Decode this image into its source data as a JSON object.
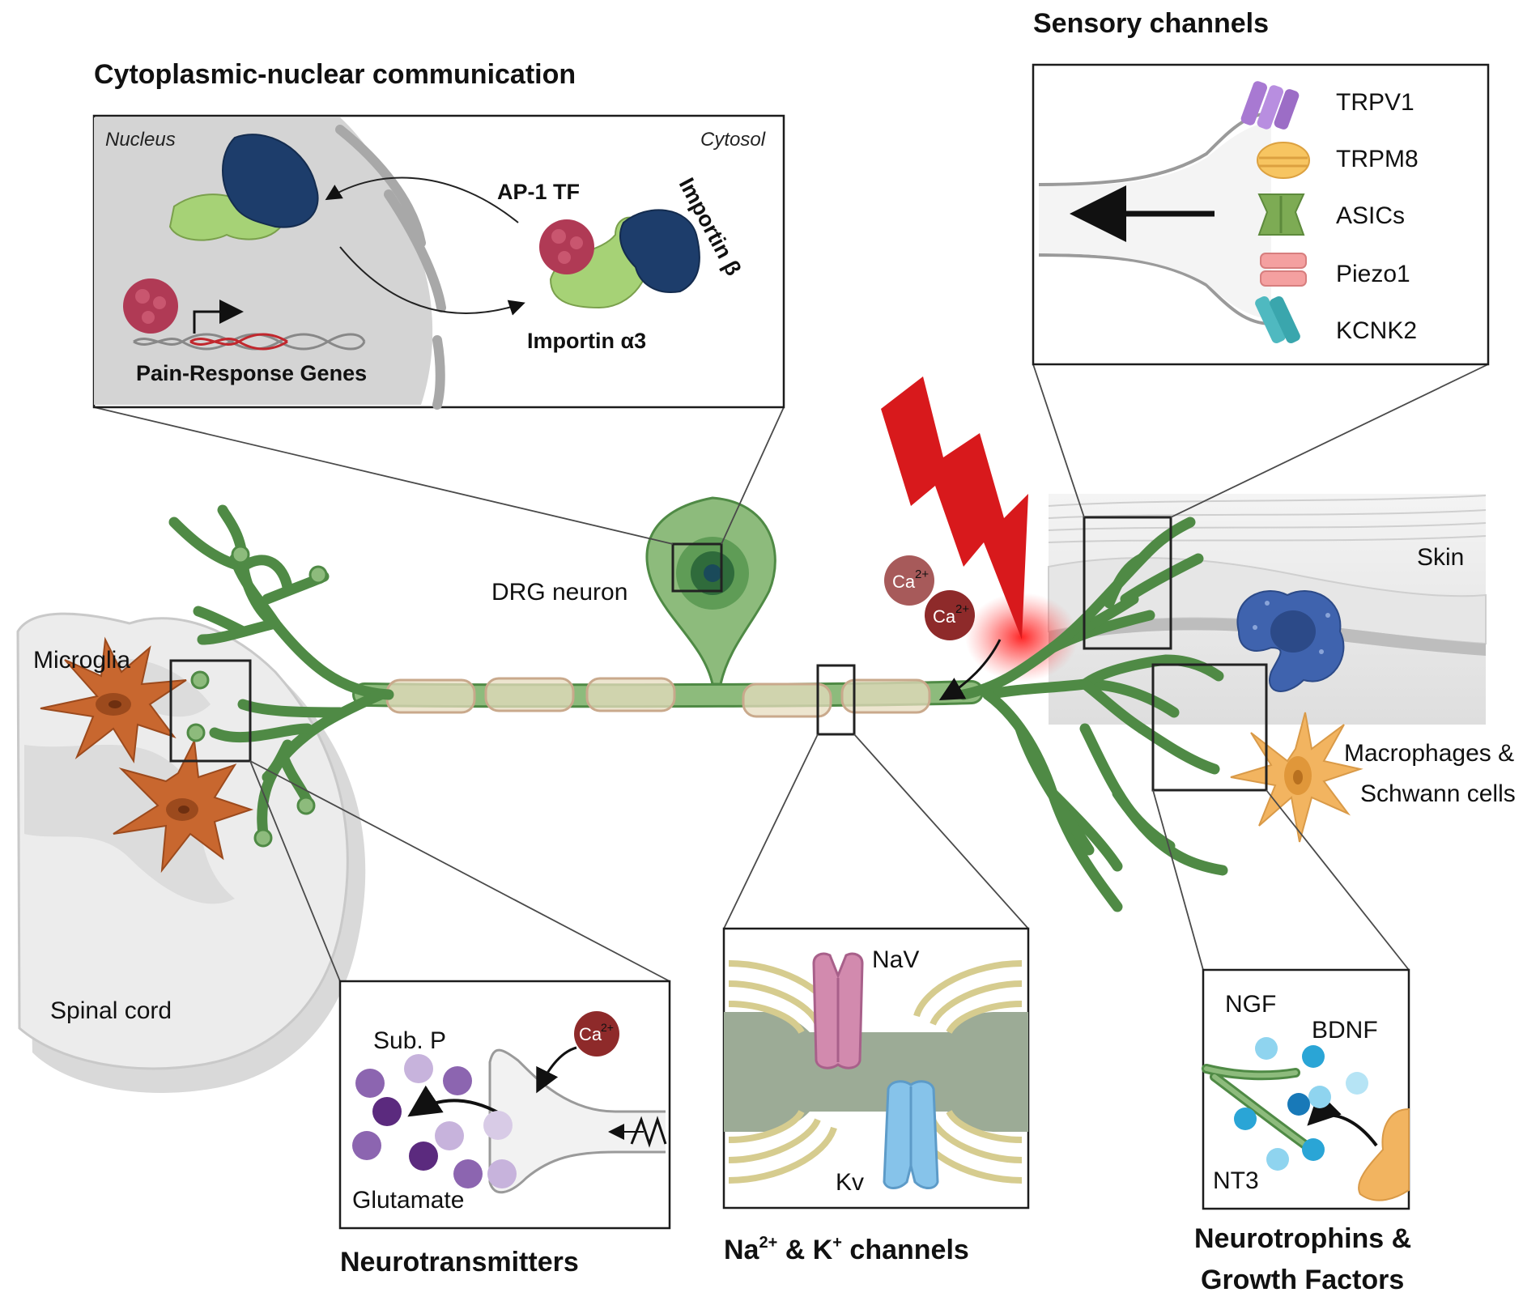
{
  "titles": {
    "cytoplasmic": "Cytoplasmic-nuclear communication",
    "sensory": "Sensory channels",
    "neurotransmitters": "Neurotransmitters",
    "na_k_prefix": "Na",
    "na_k_sup1": "2+",
    "na_k_mid": " & K",
    "na_k_sup2": "+",
    "na_k_suffix": " channels",
    "neurotrophins_line1": "Neurotrophins &",
    "neurotrophins_line2": "Growth Factors"
  },
  "cytoplasmic_panel": {
    "nucleus": "Nucleus",
    "cytosol": "Cytosol",
    "ap1": "AP-1 TF",
    "importin_beta": "Importin β",
    "importin_a3": "Importin α3",
    "genes": "Pain-Response Genes"
  },
  "sensory_panel": {
    "channels": [
      "TRPV1",
      "TRPM8",
      "ASICs",
      "Piezo1",
      "KCNK2"
    ]
  },
  "main_labels": {
    "drg_neuron": "DRG neuron",
    "microglia": "Microglia",
    "spinal_cord": "Spinal cord",
    "skin": "Skin",
    "macrophages_line1": "Macrophages &",
    "macrophages_line2": "Schwann cells",
    "ca_ion": "Ca",
    "ca_sup": "2+"
  },
  "neurotransmitter_panel": {
    "sub_p": "Sub. P",
    "glutamate": "Glutamate",
    "ca_ion": "Ca",
    "ca_sup": "2+"
  },
  "channels_panel": {
    "nav": "NaV",
    "kv": "Kv"
  },
  "neurotrophin_panel": {
    "ngf": "NGF",
    "bdnf": "BDNF",
    "nt3": "NT3"
  },
  "colors": {
    "neuron_green": "#8dbb7c",
    "lightning_red": "#d8191c",
    "calcium_red": "#8e2a2a",
    "microglia_orange": "#c8672f",
    "macrophage_blue": "#3f63ae",
    "schwann_yellow": "#f2b460"
  }
}
